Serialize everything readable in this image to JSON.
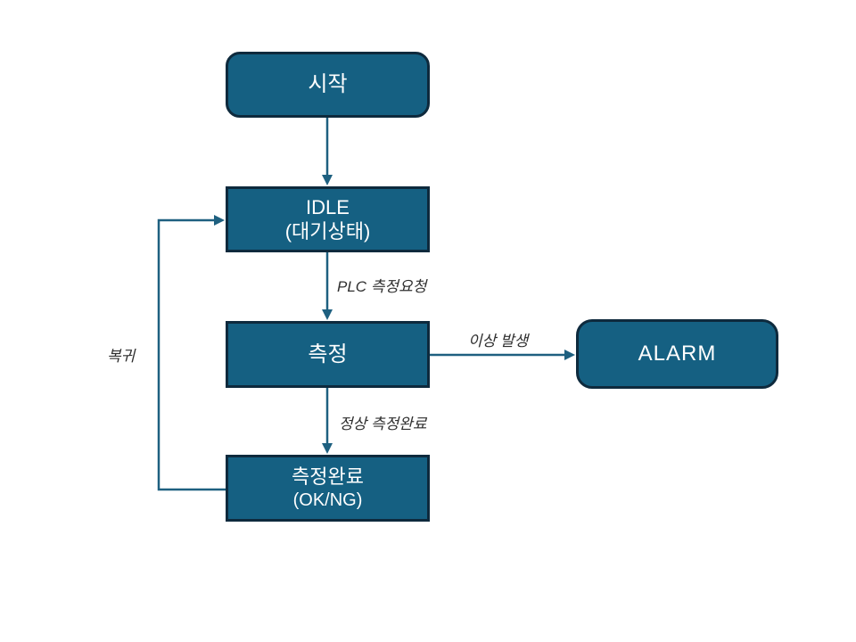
{
  "diagram": {
    "nodes": {
      "start": {
        "label": "시작"
      },
      "idle": {
        "line1": "IDLE",
        "line2": "(대기상태)"
      },
      "measure": {
        "label": "측정"
      },
      "done": {
        "line1": "측정완료",
        "line2": "(OK/NG)"
      },
      "alarm": {
        "label": "ALARM"
      }
    },
    "edges": {
      "plc_request": "PLC 측정요청",
      "error_occurred": "이상 발생",
      "normal_complete": "정상 측정완료",
      "return": "복귀"
    }
  },
  "colors": {
    "node_fill": "#156082",
    "node_border": "#0e2a3d",
    "arrow": "#1e6080",
    "label_text": "#2f2f2f",
    "background": "#ffffff"
  }
}
